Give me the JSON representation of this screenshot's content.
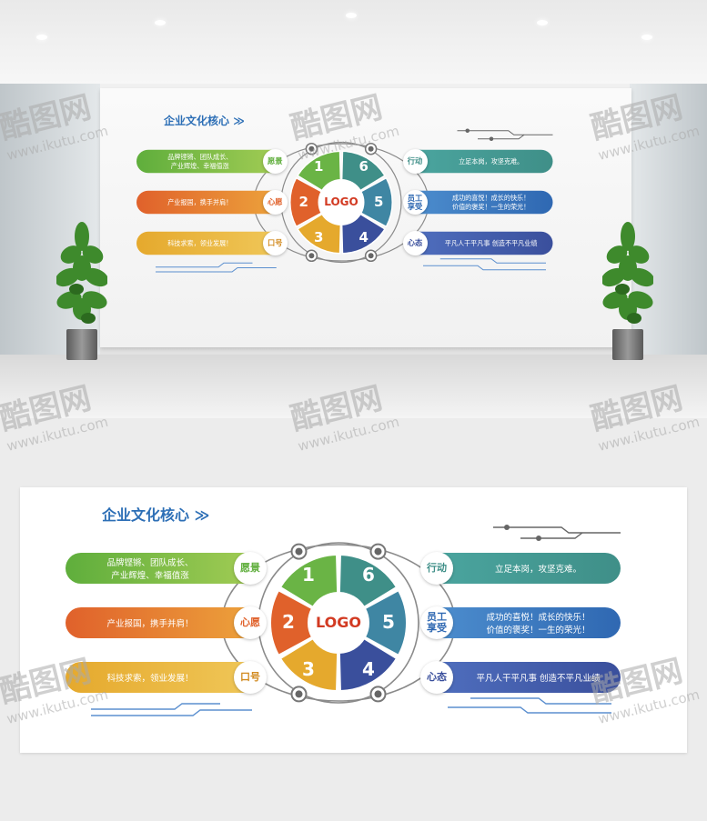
{
  "colors": {
    "green": "#5fae3c",
    "orange": "#e0612b",
    "yellow": "#e5a92d",
    "teal": "#3f8f88",
    "blue": "#2f68b2",
    "navy": "#3a4f9c",
    "title_blue": "#2d6fb6"
  },
  "mural": {
    "title": "企业文化核心",
    "title_arrows": "≫",
    "logo": "LOGO",
    "segments": [
      "1",
      "2",
      "3",
      "4",
      "5",
      "6"
    ],
    "left_items": [
      {
        "badge": "愿景",
        "lines": [
          "品牌铿锵、团队成长、",
          "产业辉煌、幸福值涨"
        ]
      },
      {
        "badge": "心愿",
        "lines": [
          "产业报国，携手并肩！"
        ]
      },
      {
        "badge": "口号",
        "lines": [
          "科技求索，领业发展！"
        ]
      }
    ],
    "right_items": [
      {
        "badge": "行动",
        "lines": [
          "立足本岗，攻坚克难。"
        ]
      },
      {
        "badge": "员工享受",
        "badge_lines": [
          "员工",
          "享受"
        ],
        "lines": [
          "成功的喜悦！成长的快乐！",
          "价值的褒奖！一生的荣光！"
        ]
      },
      {
        "badge": "心态",
        "lines": [
          "平凡人干平凡事  创造不平凡业绩"
        ]
      }
    ]
  },
  "watermark": {
    "brand": "酷图网",
    "url": "www.ikutu.com"
  }
}
